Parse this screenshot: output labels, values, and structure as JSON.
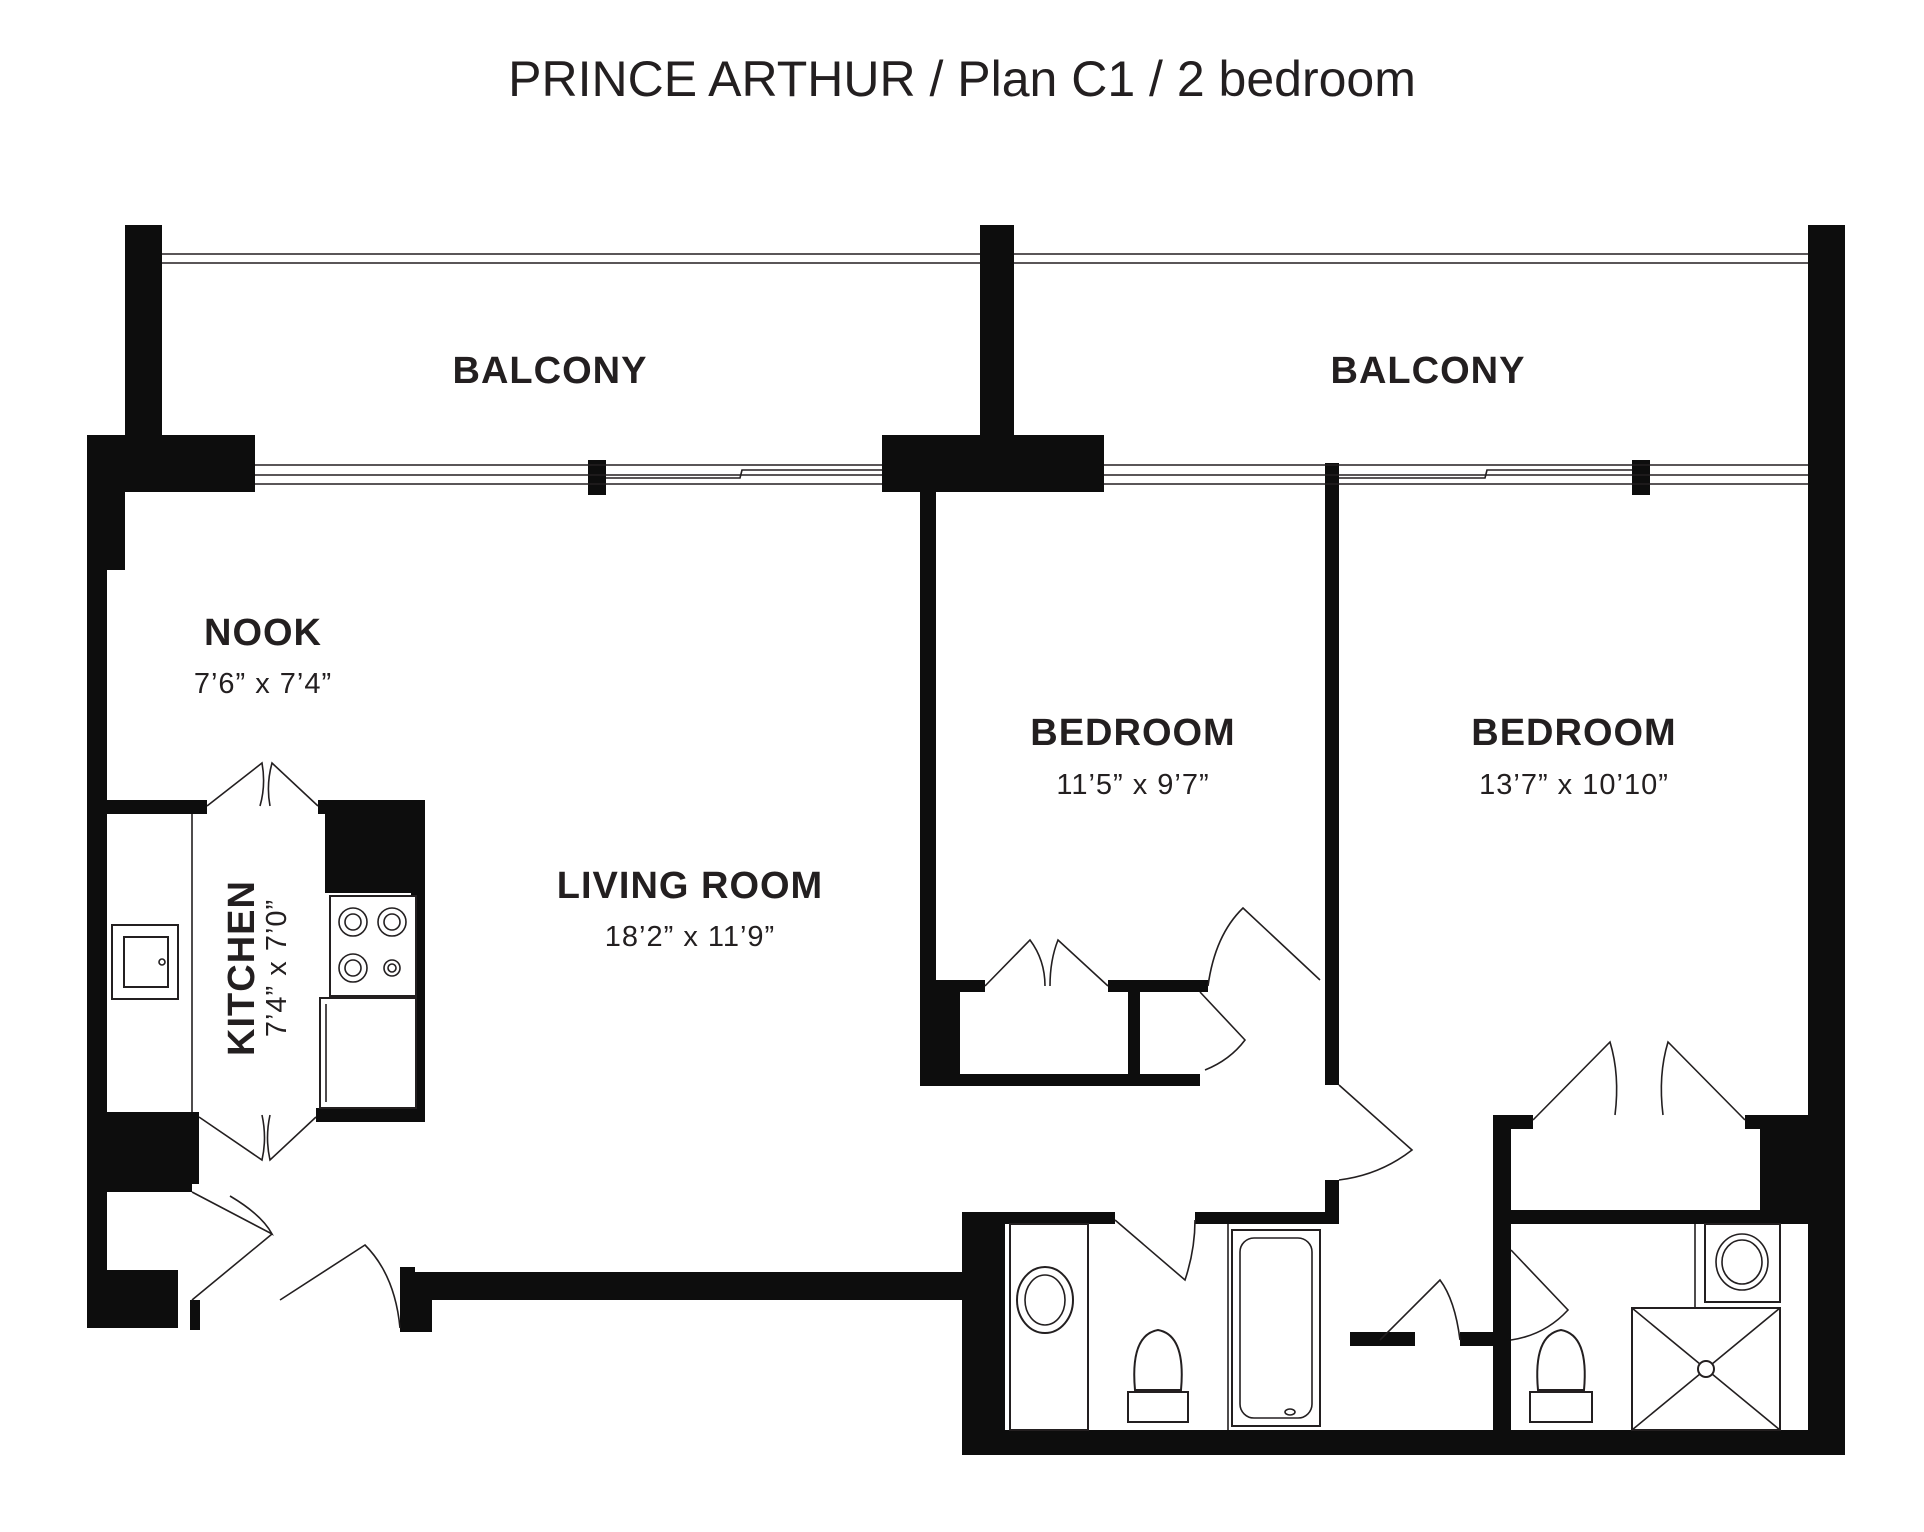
{
  "title": "PRINCE ARTHUR / Plan C1 / 2 bedroom",
  "rooms": {
    "balcony_left": {
      "label": "BALCONY"
    },
    "balcony_right": {
      "label": "BALCONY"
    },
    "nook": {
      "label": "NOOK",
      "dimensions": "7’6” x 7’4”"
    },
    "bedroom_left": {
      "label": "BEDROOM",
      "dimensions": "11’5” x 9’7”"
    },
    "bedroom_right": {
      "label": "BEDROOM",
      "dimensions": "13’7” x 10’10”"
    },
    "living_room": {
      "label": "LIVING ROOM",
      "dimensions": "18’2” x 11’9”"
    },
    "kitchen": {
      "label": "KITCHEN",
      "dimensions": "7’4” x 7’0”"
    }
  }
}
